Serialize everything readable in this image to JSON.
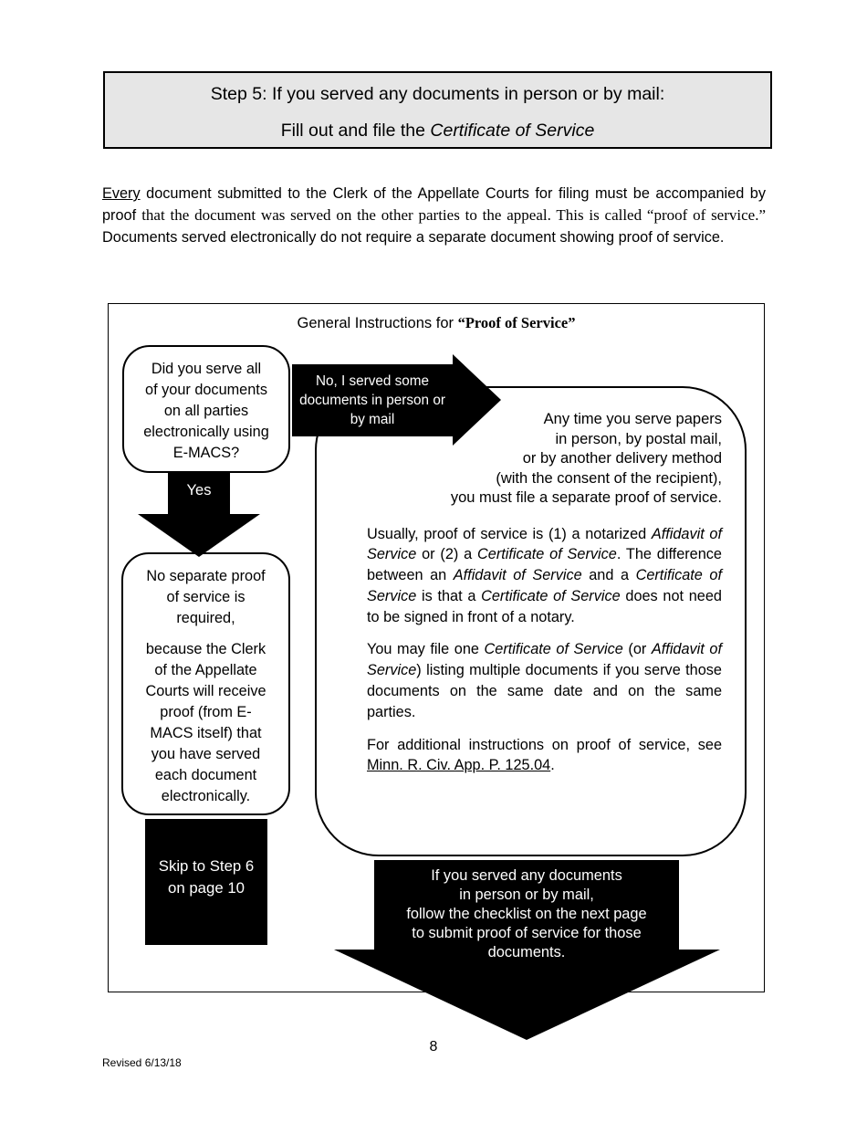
{
  "page": {
    "number": "8",
    "footer": "Revised 6/13/18",
    "background": "#ffffff",
    "ink": "#000000",
    "title_box_bg": "#e6e6e6"
  },
  "title_box": {
    "line1": "Step 5: If you served any documents in person or by mail:",
    "line2": [
      {
        "t": "Fill out and file the "
      },
      {
        "t": "Certificate of Service",
        "c": "i"
      }
    ]
  },
  "intro": {
    "segments": [
      {
        "t": "Every",
        "c": "u"
      },
      {
        "t": " document submitted to the Clerk of the Appellate Courts for filing must be accompanied by proof "
      },
      {
        "t": "that the document was served on the other parties to the appeal.  This is called “proof of service.” ",
        "c": "serif"
      },
      {
        "t": "Documents served electronically do not require a separate document showing proof of service."
      }
    ]
  },
  "flowchart": {
    "title": [
      {
        "t": "General Instructions for "
      },
      {
        "t": "“Proof of Service”",
        "c": "bserif"
      }
    ],
    "question": [
      {
        "t": "Did you serve all"
      },
      {
        "br": true
      },
      {
        "t": "of your documents"
      },
      {
        "br": true
      },
      {
        "t": "on all parties"
      },
      {
        "br": true
      },
      {
        "t": "electronically using"
      },
      {
        "br": true
      },
      {
        "t": "E-MACS?"
      }
    ],
    "no_arrow": [
      {
        "t": "No, I served some"
      },
      {
        "br": true
      },
      {
        "t": "documents in person or"
      },
      {
        "br": true
      },
      {
        "t": "by mail"
      }
    ],
    "yes_label": "Yes",
    "no_proof": {
      "para1": [
        {
          "t": "No separate proof"
        },
        {
          "br": true
        },
        {
          "t": "of service is"
        },
        {
          "br": true
        },
        {
          "t": "required,"
        }
      ],
      "para2": [
        {
          "t": "because the Clerk"
        },
        {
          "br": true
        },
        {
          "t": "of the Appellate"
        },
        {
          "br": true
        },
        {
          "t": "Courts will receive"
        },
        {
          "br": true
        },
        {
          "t": "proof (from E-"
        },
        {
          "br": true
        },
        {
          "t": "MACS itself) that"
        },
        {
          "br": true
        },
        {
          "t": "you have served"
        },
        {
          "br": true
        },
        {
          "t": "each document"
        },
        {
          "br": true
        },
        {
          "t": "electronically."
        }
      ]
    },
    "skip": [
      {
        "t": "Skip to Step 6"
      },
      {
        "br": true
      },
      {
        "t": "on page 10"
      }
    ],
    "info": {
      "intro": [
        {
          "t": "Any time you serve papers"
        },
        {
          "br": true
        },
        {
          "t": "in person, by postal mail,"
        },
        {
          "br": true
        },
        {
          "t": "or by another delivery method"
        },
        {
          "br": true
        },
        {
          "t": "(with the consent of the recipient),"
        },
        {
          "br": true
        },
        {
          "t": "you must file a separate proof of service."
        }
      ],
      "para1": [
        {
          "t": "Usually, proof of service is (1) a notarized "
        },
        {
          "t": "Affidavit of Service",
          "c": "i"
        },
        {
          "t": " or (2) a "
        },
        {
          "t": "Certificate of Service",
          "c": "i"
        },
        {
          "t": ".  The difference between an "
        },
        {
          "t": "Affidavit of Service",
          "c": "i"
        },
        {
          "t": " and a "
        },
        {
          "t": "Certificate of Service",
          "c": "i"
        },
        {
          "t": " is that a "
        },
        {
          "t": "Certificate of Service",
          "c": "i"
        },
        {
          "t": " does not need to be signed in front of a notary."
        }
      ],
      "para2": [
        {
          "t": "You may file one "
        },
        {
          "t": "Certificate of Service",
          "c": "i"
        },
        {
          "t": " (or "
        },
        {
          "t": "Affidavit of Service",
          "c": "i"
        },
        {
          "t": ") listing multiple documents if you serve those documents on the same date and on the same parties."
        }
      ],
      "para3": [
        {
          "t": "For additional instructions on proof of service, see "
        },
        {
          "t": "Minn. R. Civ. App. P. 125.04",
          "c": "u"
        },
        {
          "t": "."
        }
      ]
    },
    "bottom": [
      {
        "t": "If you served any documents"
      },
      {
        "br": true
      },
      {
        "t": "in person or by mail,"
      },
      {
        "br": true
      },
      {
        "t": "follow the checklist on the next page"
      },
      {
        "br": true
      },
      {
        "t": "to submit proof of service for those"
      },
      {
        "br": true
      },
      {
        "t": "documents."
      }
    ]
  }
}
